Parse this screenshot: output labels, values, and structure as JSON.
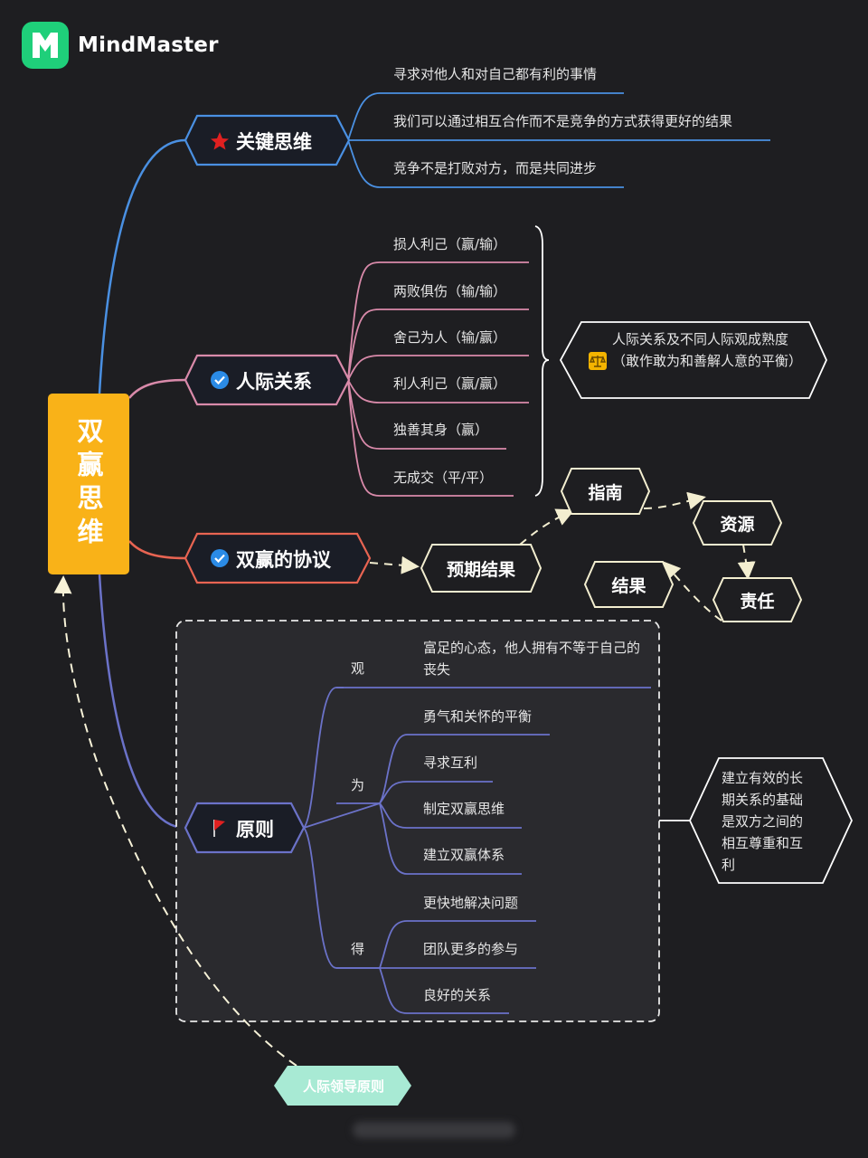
{
  "app": {
    "name": "MindMaster",
    "logo_icon": "mindmaster-logo-icon",
    "accent": "#1fcf7a"
  },
  "central": {
    "label": "双赢思维",
    "color": "#f9b218"
  },
  "branches": {
    "key_thinking": {
      "label": "关键思维",
      "icon": "red-star-icon",
      "color": "#4a90e2",
      "items": [
        "寻求对他人和对自己都有利的事情",
        "我们可以通过相互合作而不是竞争的方式获得更好的结果",
        "竞争不是打败对方，而是共同进步"
      ]
    },
    "relations": {
      "label": "人际关系",
      "icon": "blue-check-icon",
      "color": "#d98aaa",
      "items": [
        "损人利己（赢/输）",
        "两败俱伤（输/输）",
        "舍己为人（输/赢）",
        "利人利己（赢/赢）",
        "独善其身（赢）",
        "无成交（平/平）"
      ],
      "summary": "人际关系及不同人际观成熟度（敢作敢为和善解人意的平衡）",
      "summary_icon": "balance-scale-icon"
    },
    "agreement": {
      "label": "双赢的协议",
      "icon": "blue-check-icon",
      "color": "#e86452",
      "expected": "预期结果",
      "flow": [
        "指南",
        "资源",
        "责任",
        "结果"
      ]
    },
    "principles": {
      "label": "原则",
      "icon": "red-flag-icon",
      "color": "#6b72c9",
      "groups": [
        {
          "name": "观",
          "items": [
            "富足的心态，他人拥有不等于自己的丧失"
          ]
        },
        {
          "name": "为",
          "items": [
            "勇气和关怀的平衡",
            "寻求互利",
            "制定双赢思维",
            "建立双赢体系"
          ]
        },
        {
          "name": "得",
          "items": [
            "更快地解决问题",
            "团队更多的参与",
            "良好的关系"
          ]
        }
      ],
      "summary": "建立有效的长期关系的基础是双方之间的相互尊重和互利"
    }
  },
  "footer": {
    "label": "人际领导原则",
    "color": "#a8ead4"
  }
}
